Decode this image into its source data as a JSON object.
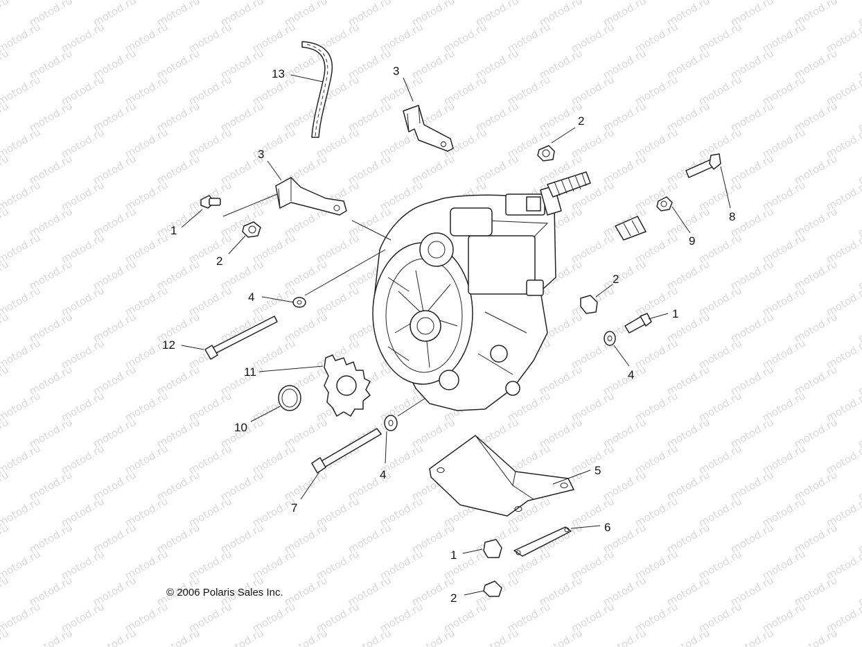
{
  "watermark_text": "motod.ru",
  "copyright": "© 2006 Polaris Sales Inc.",
  "callouts": [
    "13",
    "3",
    "3",
    "2",
    "1",
    "2",
    "8",
    "9",
    "4",
    "2",
    "1",
    "12",
    "11",
    "4",
    "10",
    "4",
    "5",
    "7",
    "6",
    "1",
    "2"
  ]
}
